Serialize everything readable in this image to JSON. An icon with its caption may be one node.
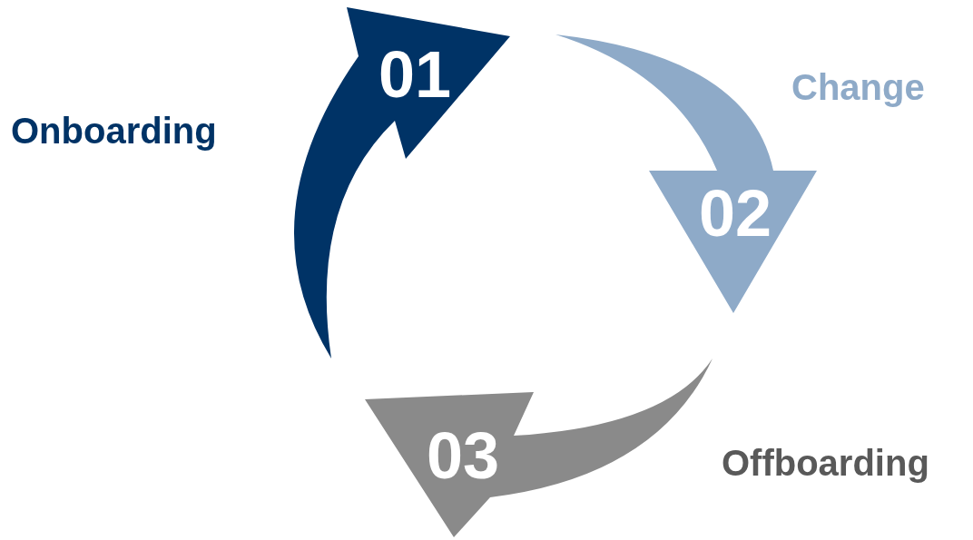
{
  "diagram": {
    "nodes": [
      {
        "text": [
          "01"
        ],
        "beside": [
          "Onboarding"
        ]
      },
      {
        "text": [
          "02"
        ],
        "beside": [
          "Change"
        ]
      },
      {
        "text": [
          "03"
        ],
        "beside": [
          "Offboarding"
        ]
      }
    ]
  }
}
